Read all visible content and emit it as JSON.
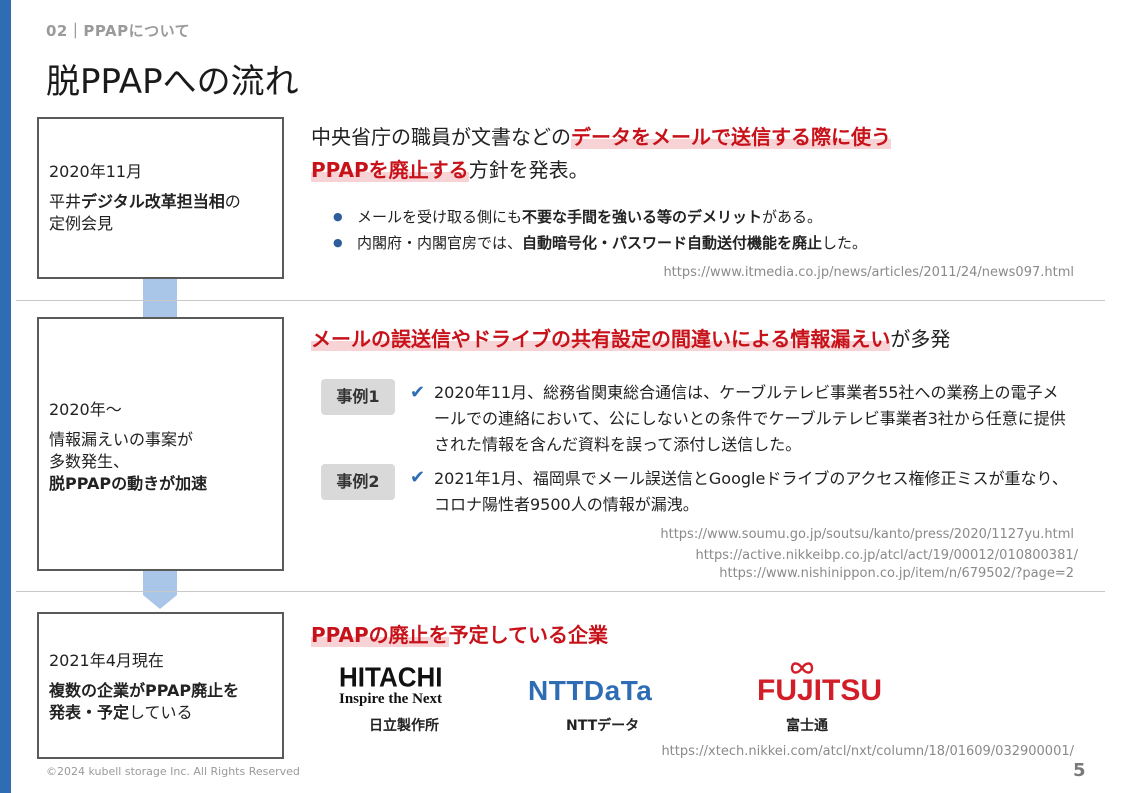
{
  "header": {
    "section_label": "02｜PPAPについて",
    "title": "脱PPAPへの流れ"
  },
  "section1": {
    "date": "2020年11月",
    "desc_prefix": "平井",
    "desc_bold": "デジタル改革担当相",
    "desc_suffix": "の",
    "desc_line2": "定例会見",
    "headline_l1_plain": "中央省庁の職員が文書などの",
    "headline_l1_red": "データをメールで送信する際に使う",
    "headline_l2_red": "PPAPを廃止する",
    "headline_l2_plain": "方針を発表。",
    "bullet1_a": "メールを受け取る側にも",
    "bullet1_b": "不要な手間を強いる等のデメリット",
    "bullet1_c": "がある。",
    "bullet2_a": "内閣府・内閣官房では、",
    "bullet2_b": "自動暗号化・パスワード自動送付機能を廃止",
    "bullet2_c": "した。",
    "url": "https://www.itmedia.co.jp/news/articles/2011/24/news097.html"
  },
  "section2": {
    "date": "2020年～",
    "desc_line1": "情報漏えいの事案が",
    "desc_line2": "多数発生、",
    "desc_bold": "脱PPAPの動きが加速",
    "headline_red": "メールの誤送信やドライブの共有設定の間違いによる情報漏えい",
    "headline_plain": "が多発",
    "case1_label": "事例1",
    "case1_text": "2020年11月、総務省関東総合通信は、ケーブルテレビ事業者55社への業務上の電子メールでの連絡において、公にしないとの条件でケーブルテレビ事業者3社から任意に提供された情報を含んだ資料を誤って添付し送信した。",
    "case2_label": "事例2",
    "case2_text": "2021年1月、福岡県でメール誤送信とGoogleドライブのアクセス権修正ミスが重なり、コロナ陽性者9500人の情報が漏洩。",
    "check_icon": "✔",
    "url1": "https://www.soumu.go.jp/soutsu/kanto/press/2020/1127yu.html",
    "url2": "https://active.nikkeibp.co.jp/atcl/act/19/00012/010800381/",
    "url3": "https://www.nishinippon.co.jp/item/n/679502/?page=2"
  },
  "section3": {
    "date": "2021年4月現在",
    "desc_bold1": "複数の企業がPPAP廃止を",
    "desc_bold2": "発表・予定",
    "desc_suffix": "している",
    "headline_red1": "PPAPの廃止",
    "headline_plain": "を",
    "headline_red2": "予定している企業",
    "logos": [
      {
        "word": "HITACHI",
        "tagline": "Inspire the Next",
        "caption": "日立製作所"
      },
      {
        "word": "NTTDaTa",
        "caption": "NTTデータ"
      },
      {
        "word": "FUJITSU",
        "caption": "富士通"
      }
    ],
    "url": "https://xtech.nikkei.com/atcl/nxt/column/18/01609/032900001/"
  },
  "footer": {
    "copyright": "©2024 kubell storage Inc. All Rights Reserved",
    "page_number": "5"
  },
  "colors": {
    "accent_blue": "#2e6db4",
    "highlight_red": "#c8121a",
    "highlight_pink": "#f7d3d5",
    "connector_blue": "#a9c6e8"
  }
}
